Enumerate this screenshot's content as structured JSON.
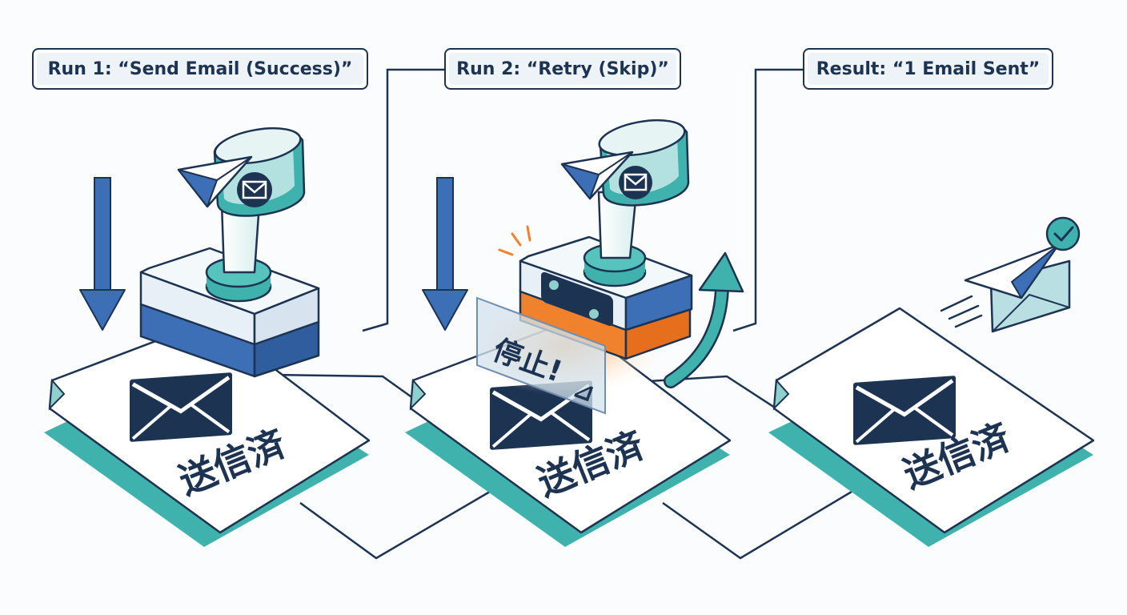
{
  "labels": {
    "run1": "Run 1: “Send Email (Success)”",
    "run2": "Run 2: “Retry (Skip)”",
    "result": "Result: “1 Email Sent”"
  },
  "stamps": {
    "sent_text": "送信済",
    "stop_text": "停止!",
    "stop_symbol": "⊿"
  },
  "colors": {
    "navy": "#1d3352",
    "blue": "#3d6fb6",
    "teal": "#3fb2ad",
    "mint": "#dcefee",
    "orange": "#f0822e",
    "paper": "#ffffff"
  },
  "icons": [
    "down-arrow-icon",
    "stamp-icon",
    "paper-plane-icon",
    "envelope-icon",
    "return-arrow-icon",
    "checkmark-icon"
  ]
}
